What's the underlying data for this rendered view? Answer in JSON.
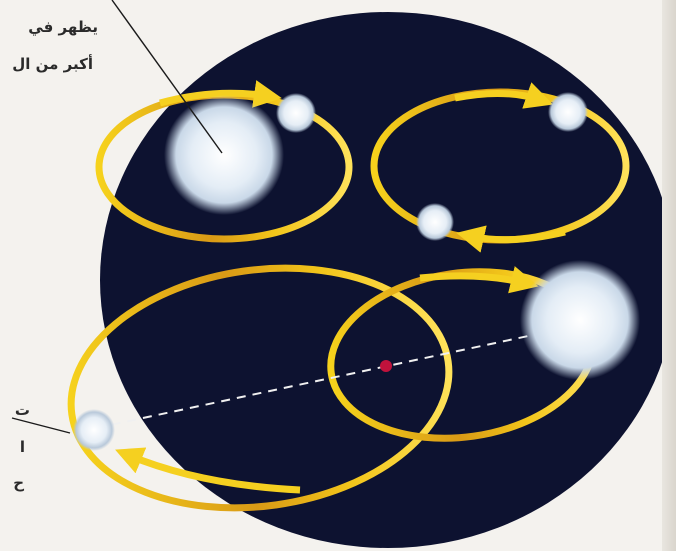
{
  "labels": {
    "top_line1": "يظهر في",
    "top_line2": "أكبر من ال",
    "bottom_line1": "ت",
    "bottom_line2": "ا",
    "bottom_line3": "ح"
  },
  "colors": {
    "background_page": "#f4f2ee",
    "space": "#0d1230",
    "orbit": "#f1c21d",
    "arrow": "#f5d020",
    "star_glow": "#e8f0f8",
    "barycenter": "#c0123c",
    "leader_line": "#1b1b1b"
  },
  "icons": {
    "center_of_mass": "red-dot",
    "axis": "dashed-line"
  }
}
